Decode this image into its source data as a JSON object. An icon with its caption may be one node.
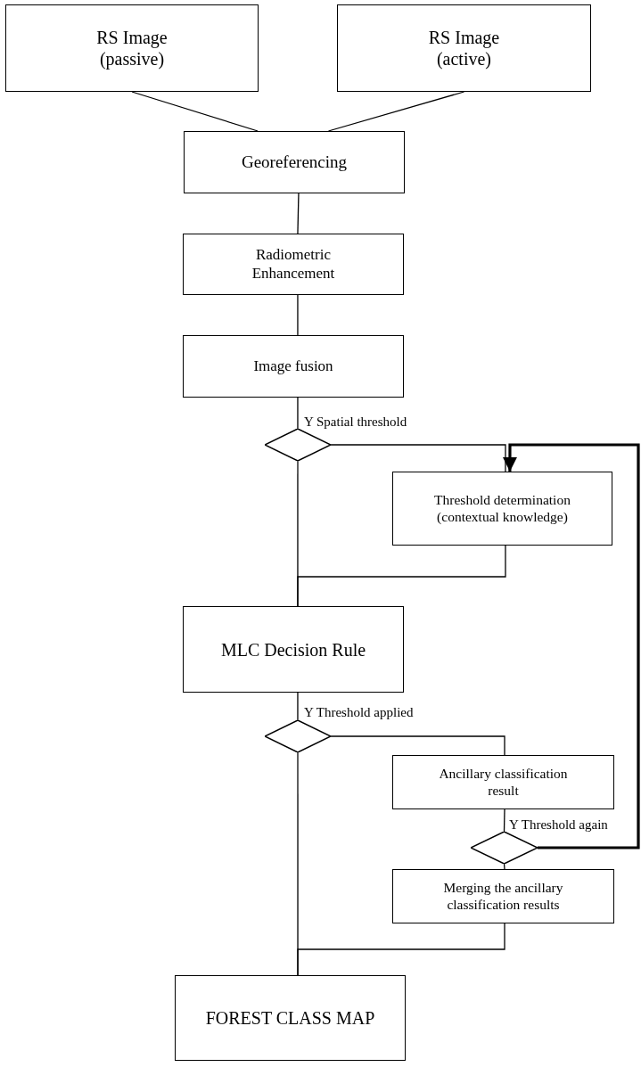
{
  "diagram": {
    "nodes": [
      {
        "text": [
          "RS Image (passive)"
        ]
      },
      {
        "text": [
          "RS Image (active)"
        ]
      },
      {
        "text": [
          "Georeferencing"
        ]
      },
      {
        "text": [
          "Radiometric Enhancement"
        ]
      },
      {
        "text": [
          "Image fusion"
        ]
      },
      {
        "text": [],
        "shape": "diamond",
        "beside": [
          "Y Spatial threshold"
        ]
      },
      {
        "text": [
          "Threshold determination (contextual knowledge)"
        ]
      },
      {
        "text": [
          "MLC Decision Rule"
        ]
      },
      {
        "text": [],
        "shape": "diamond",
        "beside": [
          "Y Threshold applied"
        ]
      },
      {
        "text": [
          "Ancillary classification result"
        ]
      },
      {
        "text": [],
        "shape": "diamond",
        "beside": [
          "Y Threshold again"
        ]
      },
      {
        "text": [
          "Merging the ancillary classification results"
        ]
      },
      {
        "text": [
          "FOREST CLASS MAP"
        ]
      }
    ],
    "edges": [
      {
        "from": 0,
        "to": 2,
        "arrow": "none"
      },
      {
        "from": 1,
        "to": 2,
        "arrow": "none"
      },
      {
        "from": 2,
        "to": 3,
        "arrow": "none"
      },
      {
        "from": 3,
        "to": 4,
        "arrow": "none"
      },
      {
        "from": 4,
        "to": 5,
        "arrow": "none"
      },
      {
        "from": 5,
        "to": 6,
        "arrow": "none"
      },
      {
        "from": 5,
        "to": 7,
        "arrow": "none"
      },
      {
        "from": 6,
        "to": 7,
        "arrow": "none"
      },
      {
        "from": 7,
        "to": 8,
        "arrow": "none"
      },
      {
        "from": 8,
        "to": 9,
        "arrow": "none"
      },
      {
        "from": 8,
        "to": 12,
        "arrow": "none"
      },
      {
        "from": 9,
        "to": 10,
        "arrow": "none"
      },
      {
        "from": 10,
        "to": 11,
        "arrow": "none"
      },
      {
        "from": 10,
        "to": 6,
        "arrow": "to",
        "style": "thick"
      },
      {
        "from": 11,
        "to": 12,
        "arrow": "none"
      }
    ]
  }
}
